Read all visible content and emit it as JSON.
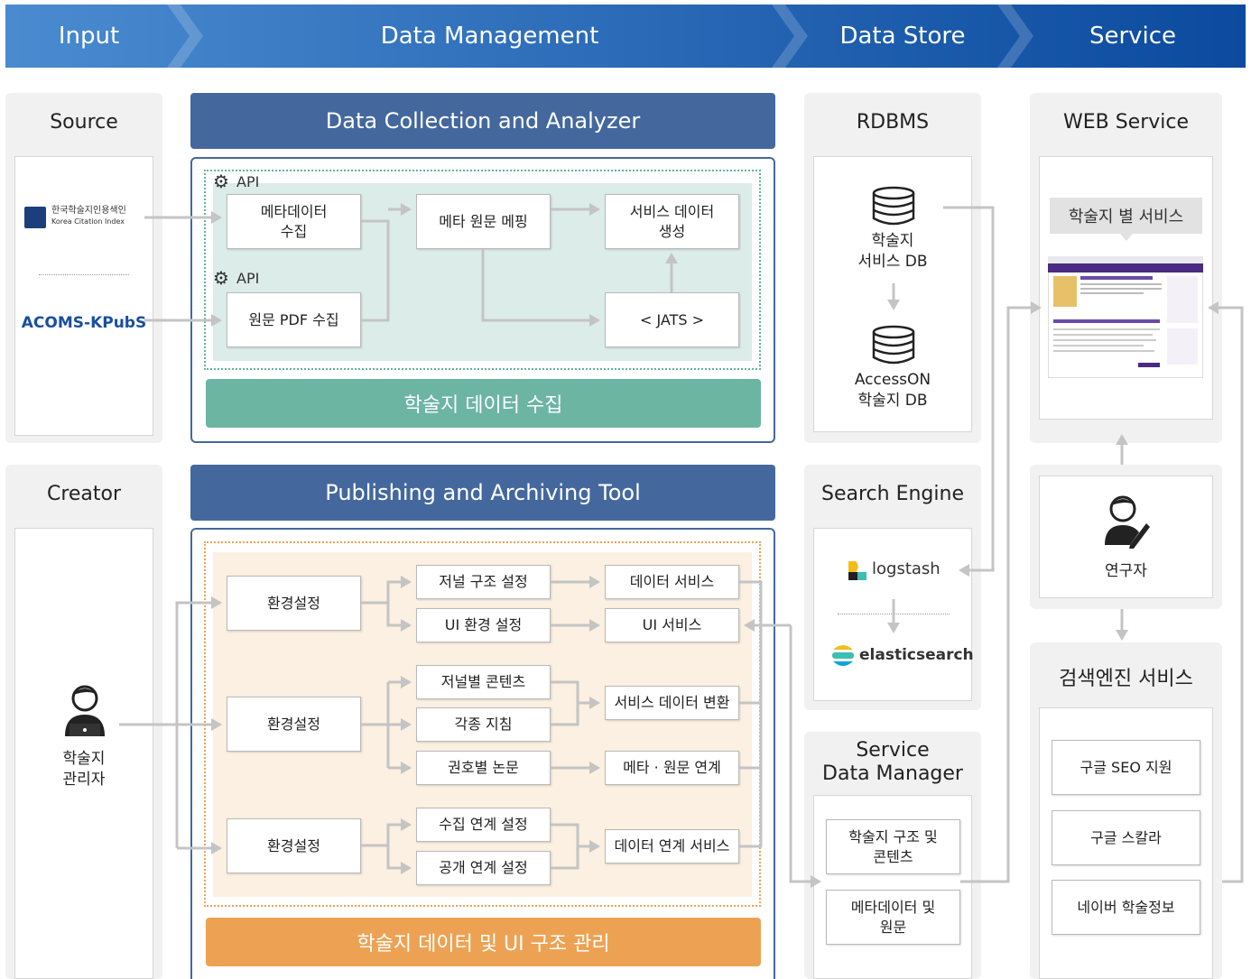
{
  "header": {
    "input": "Input",
    "data_management": "Data Management",
    "data_store": "Data Store",
    "service": "Service"
  },
  "source": {
    "title": "Source",
    "kci_name": "한국학술지인용색인",
    "kci_sub": "Korea Citation Index",
    "acoms": "ACOMS-KPubS"
  },
  "collection": {
    "title": "Data Collection and Analyzer",
    "api1": "API",
    "api2": "API",
    "meta_collect": "메타데이터\n수집",
    "pdf_collect": "원문 PDF 수집",
    "meta_mapping": "메타 원문 메핑",
    "service_data": "서비스 데이터\n생성",
    "jats": "< JATS >",
    "footer": "학술지 데이터 수집"
  },
  "creator": {
    "title": "Creator",
    "admin": "학술지\n관리자"
  },
  "publishing": {
    "title": "Publishing and Archiving Tool",
    "env1": "환경설정",
    "env2": "환경설정",
    "env3": "환경설정",
    "journal_struct": "저널 구조 설정",
    "ui_env": "UI 환경 설정",
    "journal_content": "저널별 콘텐츠",
    "guidelines": "각종 지침",
    "issue_papers": "권호별 논문",
    "collect_link": "수집 연계 설정",
    "public_link": "공개 연계 설정",
    "data_service": "데이터 서비스",
    "ui_service": "UI 서비스",
    "service_convert": "서비스 데이터 변환",
    "meta_link": "메타 · 원문 연계",
    "data_link_service": "데이터 연계 서비스",
    "footer": "학술지 데이터 및 UI 구조 관리"
  },
  "rdbms": {
    "title": "RDBMS",
    "db1": "학술지\n서비스 DB",
    "db2": "AccessON\n학술지 DB"
  },
  "search_engine": {
    "title": "Search Engine",
    "logstash": "logstash",
    "elasticsearch": "elasticsearch"
  },
  "sdm": {
    "title": "Service\nData Manager",
    "item1": "학술지 구조 및\n콘텐츠",
    "item2": "메타데이터 및\n원문"
  },
  "web": {
    "title": "WEB Service",
    "journal_service": "학술지 별 서비스",
    "researcher": "연구자"
  },
  "search_service": {
    "title": "검색엔진 서비스",
    "items": [
      "구글 SEO 지원",
      "구글 스칼라",
      "네이버 학술정보"
    ]
  },
  "colors": {
    "header_left": "#3f7fc8",
    "header_right": "#0d4fa3",
    "blue_bar": "#44689e",
    "teal": "#6cb5a3",
    "orange": "#eda253",
    "connector": "#c4c4c4"
  }
}
